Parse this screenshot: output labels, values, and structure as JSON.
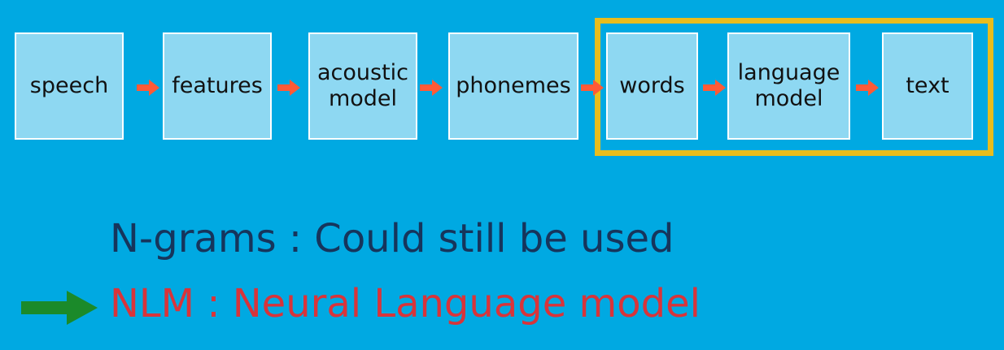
{
  "pipeline": {
    "boxes": [
      {
        "id": "speech",
        "label": "speech"
      },
      {
        "id": "features",
        "label": "features"
      },
      {
        "id": "acoustic-model",
        "label": "acoustic\nmodel"
      },
      {
        "id": "phonemes",
        "label": "phonemes"
      },
      {
        "id": "words",
        "label": "words"
      },
      {
        "id": "language-model",
        "label": "language\nmodel"
      },
      {
        "id": "text",
        "label": "text"
      }
    ]
  },
  "notes": {
    "ngrams": "N-grams : Could still be used",
    "nlm": "NLM : Neural Language model"
  },
  "colors": {
    "background": "#00a9e2",
    "box_fill": "#8ed8f2",
    "arrow": "#ff5a36",
    "highlight": "#e9bd1c",
    "ngrams_text": "#16355c",
    "nlm_text": "#d8343a",
    "green_arrow": "#1b8a2a"
  }
}
